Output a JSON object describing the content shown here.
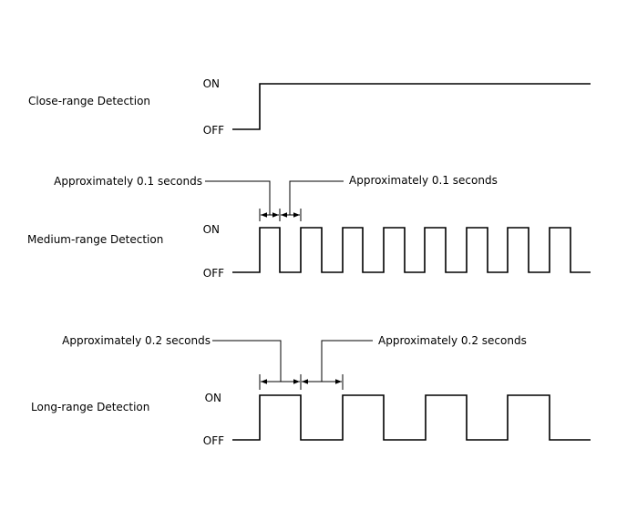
{
  "state_labels": {
    "on": "ON",
    "off": "OFF"
  },
  "rows": [
    {
      "id": "close",
      "label": "Close-range Detection",
      "pattern": "step-on"
    },
    {
      "id": "medium",
      "label": "Medium-range Detection",
      "pattern": "square-wave",
      "on_duration_label": "Approximately 0.1 seconds",
      "off_duration_label": "Approximately 0.1 seconds"
    },
    {
      "id": "long",
      "label": "Long-range Detection",
      "pattern": "square-wave",
      "on_duration_label": "Approximately 0.2 seconds",
      "off_duration_label": "Approximately 0.2 seconds"
    }
  ]
}
